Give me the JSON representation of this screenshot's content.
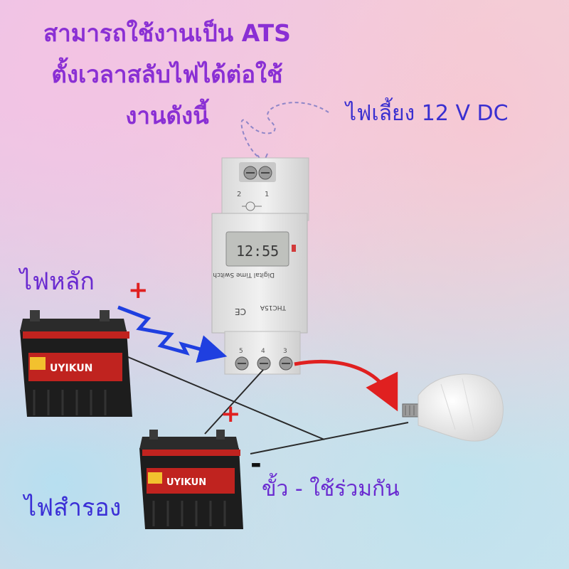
{
  "heading": {
    "line1": "สามารถใช้งานเป็น ATS",
    "line2": "ตั้งเวลาสลับไฟได้ต่อใช้",
    "line3": "งานดังนี้"
  },
  "labels": {
    "power_supply": "ไฟเลี้ยง 12 V DC",
    "main_power": "ไฟหลัก",
    "backup_power": "ไฟสำรอง",
    "shared_negative": "ขั้ว - ใช้ร่วมกัน"
  },
  "signs": {
    "plus_main": "+",
    "plus_backup": "+",
    "minus_shared": "-"
  },
  "timer": {
    "brand_text": "Digital Time Switch",
    "model": "THC15A",
    "ce_mark": "CE",
    "display": "12:55",
    "top_terminal_numbers": [
      "2",
      "1"
    ],
    "bottom_terminal_numbers": [
      "5",
      "4",
      "3"
    ]
  },
  "battery": {
    "brand": "UYIKUN"
  },
  "colors": {
    "heading": "#8a2fd4",
    "arrow_red": "#e02020",
    "zigzag_blue": "#1f3fe0",
    "wire_dark": "#2a2a2a"
  }
}
